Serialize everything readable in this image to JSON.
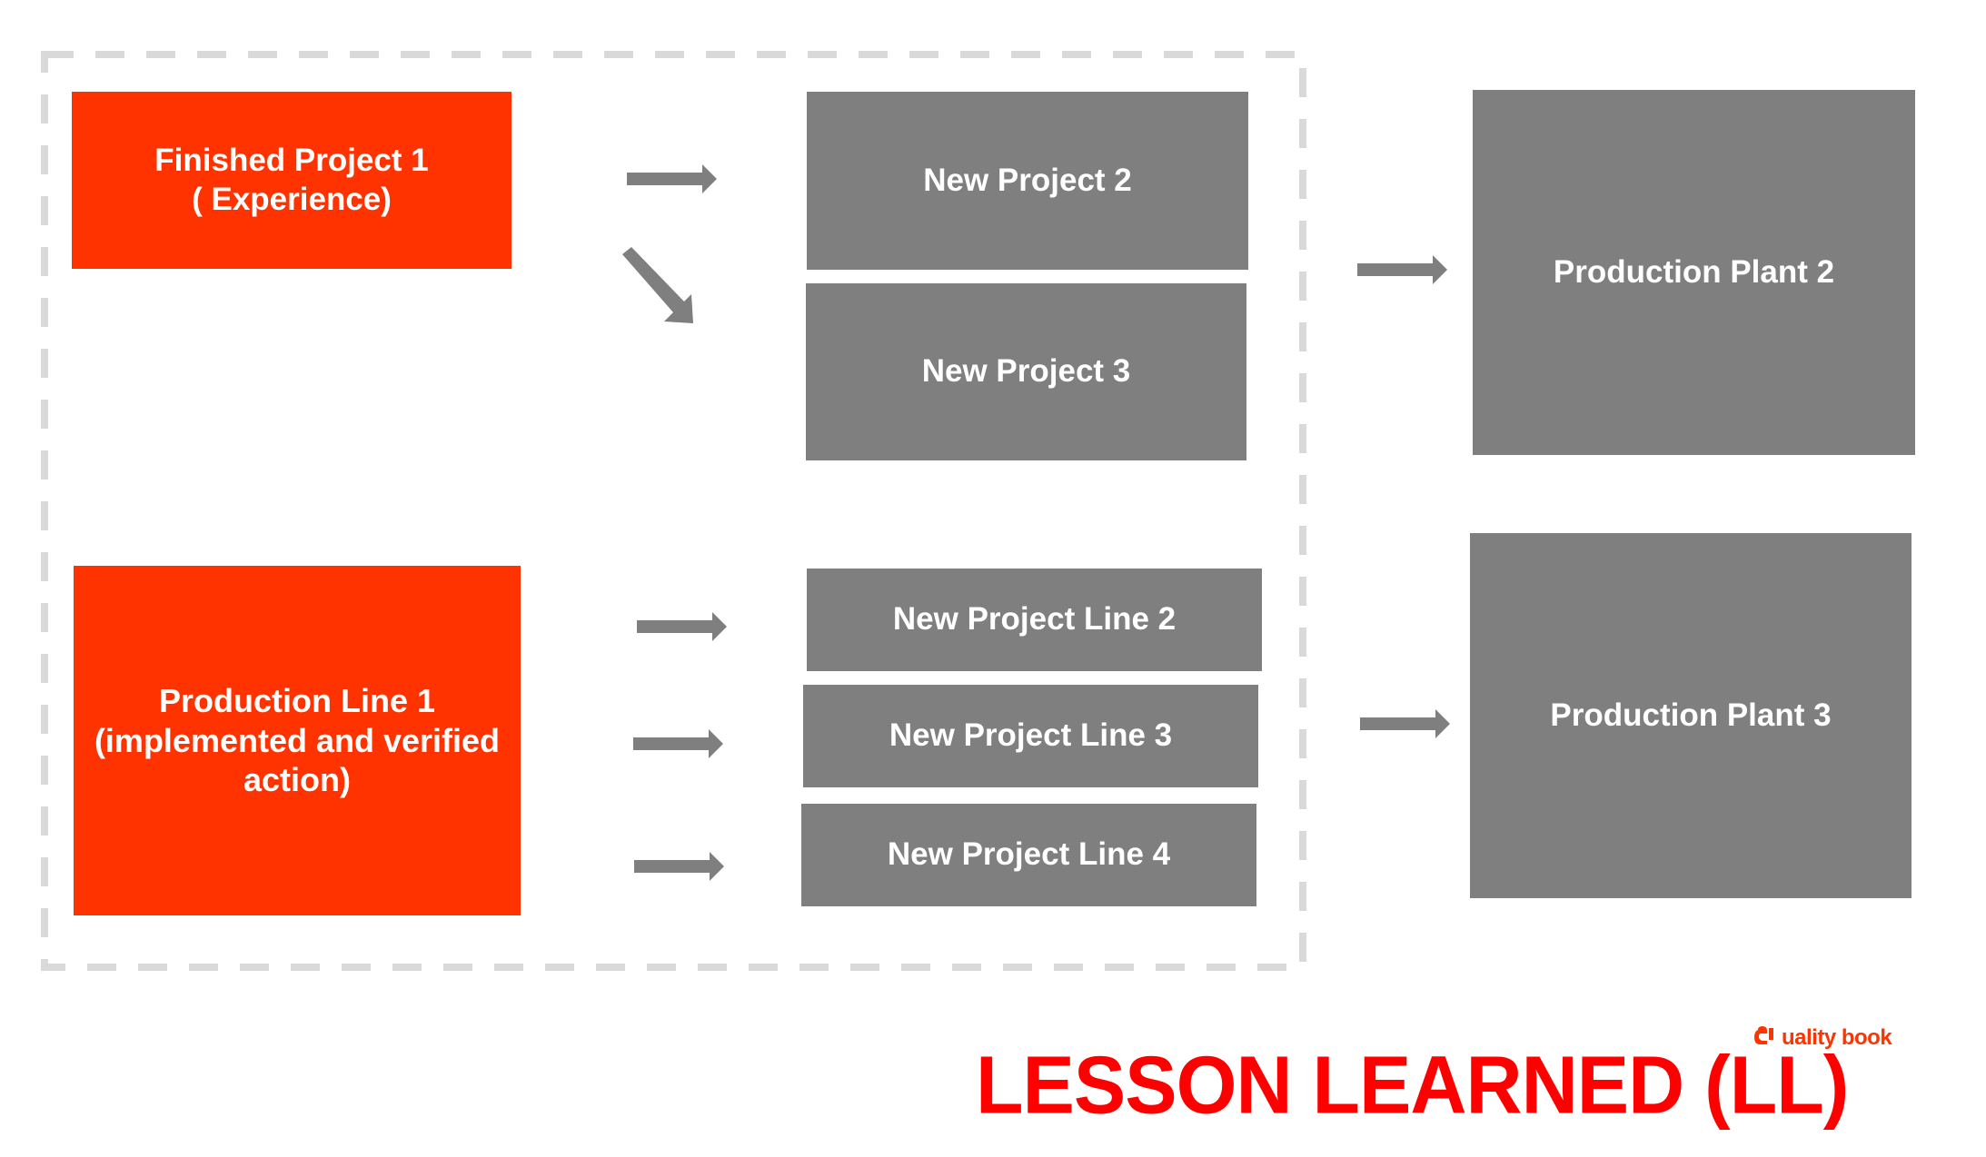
{
  "diagram": {
    "frame": {
      "style": "dashed",
      "color": "#d9d9d9"
    },
    "sources": [
      {
        "id": "finished-project-1",
        "lines": [
          "Finished Project 1",
          "( Experience)"
        ],
        "color": "#ff3300"
      },
      {
        "id": "production-line-1",
        "lines": [
          "Production Line 1",
          "(implemented and verified",
          "action)"
        ],
        "color": "#ff3300"
      }
    ],
    "targets": [
      {
        "id": "new-project-2",
        "label": "New Project 2",
        "color": "#7f7f7f"
      },
      {
        "id": "new-project-3",
        "label": "New Project 3",
        "color": "#7f7f7f"
      },
      {
        "id": "new-project-line-2",
        "label": "New Project Line 2",
        "color": "#7f7f7f"
      },
      {
        "id": "new-project-line-3",
        "label": "New Project Line 3",
        "color": "#7f7f7f"
      },
      {
        "id": "new-project-line-4",
        "label": "New Project Line 4",
        "color": "#7f7f7f"
      }
    ],
    "plants": [
      {
        "id": "production-plant-2",
        "label": "Production Plant 2",
        "color": "#7f7f7f"
      },
      {
        "id": "production-plant-3",
        "label": "Production Plant 3",
        "color": "#7f7f7f"
      }
    ],
    "edges": [
      {
        "from": "finished-project-1",
        "to": "new-project-2",
        "direction": "right"
      },
      {
        "from": "finished-project-1",
        "to": "new-project-3",
        "direction": "down-right"
      },
      {
        "from": "production-line-1",
        "to": "new-project-line-2",
        "direction": "right"
      },
      {
        "from": "production-line-1",
        "to": "new-project-line-3",
        "direction": "right"
      },
      {
        "from": "production-line-1",
        "to": "new-project-line-4",
        "direction": "right"
      },
      {
        "from": "frame-top",
        "to": "production-plant-2",
        "direction": "right"
      },
      {
        "from": "frame-bottom",
        "to": "production-plant-3",
        "direction": "right"
      }
    ],
    "arrow_color": "#7f7f7f"
  },
  "footer": {
    "title": "LESSON LEARNED (LL)",
    "title_color": "#ff0000",
    "logo_text": "uality book",
    "logo_color": "#ff3300"
  }
}
